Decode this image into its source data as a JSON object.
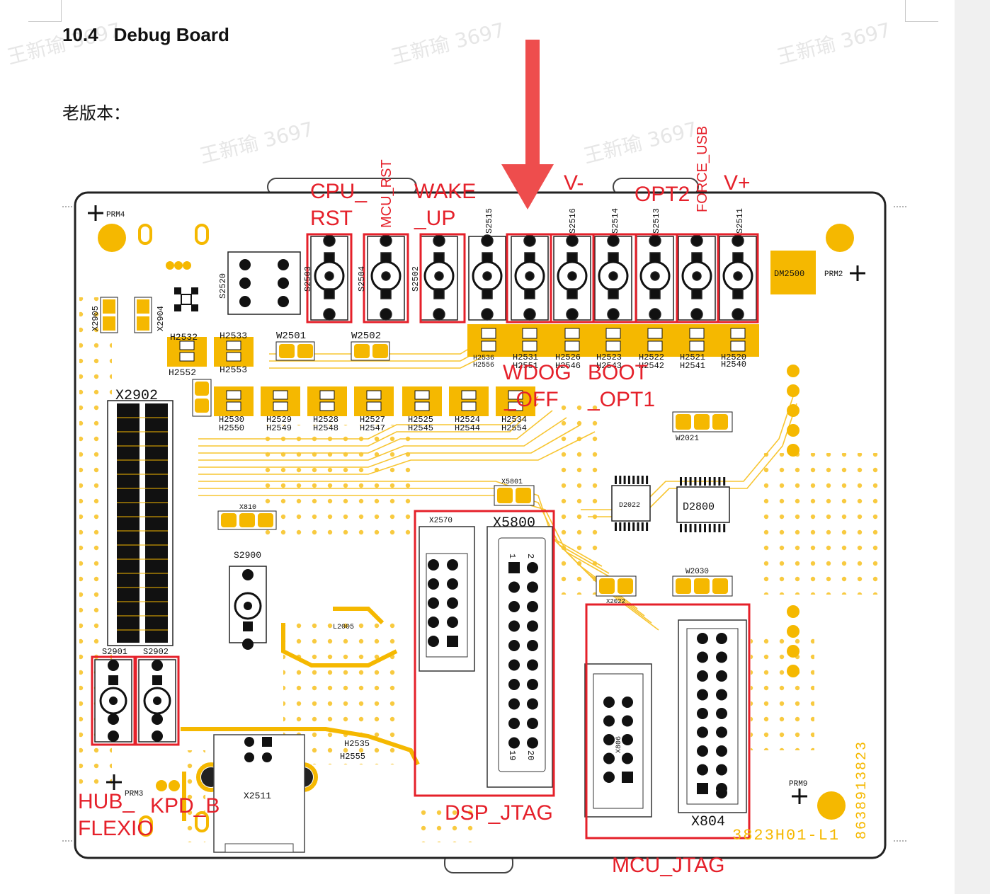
{
  "document": {
    "section_number": "10.4",
    "section_title": "Debug Board",
    "subtitle": "老版本：",
    "watermark_text": "王新瑜 3697"
  },
  "colors": {
    "board_fill": "#ffffff",
    "copper": "#f5b800",
    "copper_light": "#f9d15a",
    "highlight_red": "#e5202a",
    "arrow_red": "#ee4d4d",
    "silk": "#111111"
  },
  "annotations": {
    "cpu_rst_1": "CPU_",
    "cpu_rst_2": "RST",
    "mcu_rst": "MCU_RST",
    "wake_up_1": "WAKE",
    "wake_up_2": "_UP",
    "v_minus": "V-",
    "opt2": "OPT2",
    "force_usb": "FORCE_USB",
    "v_plus": "V+",
    "wdog_off_1": "WDOG",
    "wdog_off_2": "_OFF",
    "boot_opt1_1": "BOOT",
    "boot_opt1_2": "_OPT1",
    "dsp_jtag": "DSP_JTAG",
    "mcu_jtag": "MCU_JTAG",
    "hub_flexio_1": "HUB_",
    "hub_flexio_2": "FLEXIO",
    "kpd_b": "KPD_B"
  },
  "silkscreen": {
    "prm4": "PRM4",
    "prm2": "PRM2",
    "prm3": "PRM3",
    "prm9": "PRM9",
    "dm2500": "DM2500",
    "x2902": "X2902",
    "x2905": "X2905",
    "x2904": "X2904",
    "s2520": "S2520",
    "s2503": "S2503",
    "s2504": "S2504",
    "s2502": "S2502",
    "s2515": "S2515",
    "s2516": "S2516",
    "s2514": "S2514",
    "s2513": "S2513",
    "s2511": "S2511",
    "w2501": "W2501",
    "w2502": "W2502",
    "w2021": "W2021",
    "w2030": "W2030",
    "h2532": "H2532",
    "h2552": "H2552",
    "h2533": "H2533",
    "h2553": "H2553",
    "h2530": "H2530",
    "h2550": "H2550",
    "h2529": "H2529",
    "h2549": "H2549",
    "h2528": "H2528",
    "h2548": "H2548",
    "h2527": "H2527",
    "h2547": "H2547",
    "h2525": "H2525",
    "h2545": "H2545",
    "h2524": "H2524",
    "h2544": "H2544",
    "h2534": "H2534",
    "h2554": "H2554",
    "h2531": "H2531",
    "h2551": "H2551",
    "h2526": "H2526",
    "h2546": "H2546",
    "h2523": "H2523",
    "h2543": "H2543",
    "h2522": "H2522",
    "h2542": "H2542",
    "h2521": "H2521",
    "h2541": "H2541",
    "h2520": "H2520",
    "h2540": "H2540",
    "h2536": "H2536",
    "h2556": "H2556",
    "h2535": "H2535",
    "h2555": "H2555",
    "x5801": "X5801",
    "x810": "X810",
    "x5800": "X5800",
    "x2570": "X2570",
    "d2022": "D2022",
    "d2800": "D2800",
    "x2022": "X2022",
    "x804": "X804",
    "x806": "X806",
    "s2900": "S2900",
    "s2901": "S2901",
    "s2902": "S2902",
    "x2511": "X2511",
    "l2005": "L2005",
    "board_number_1": "8638913823",
    "board_number_2": "3823H01-L1",
    "pin_2": "2",
    "pin_1": "1",
    "pin_20": "20",
    "pin_19": "19"
  }
}
